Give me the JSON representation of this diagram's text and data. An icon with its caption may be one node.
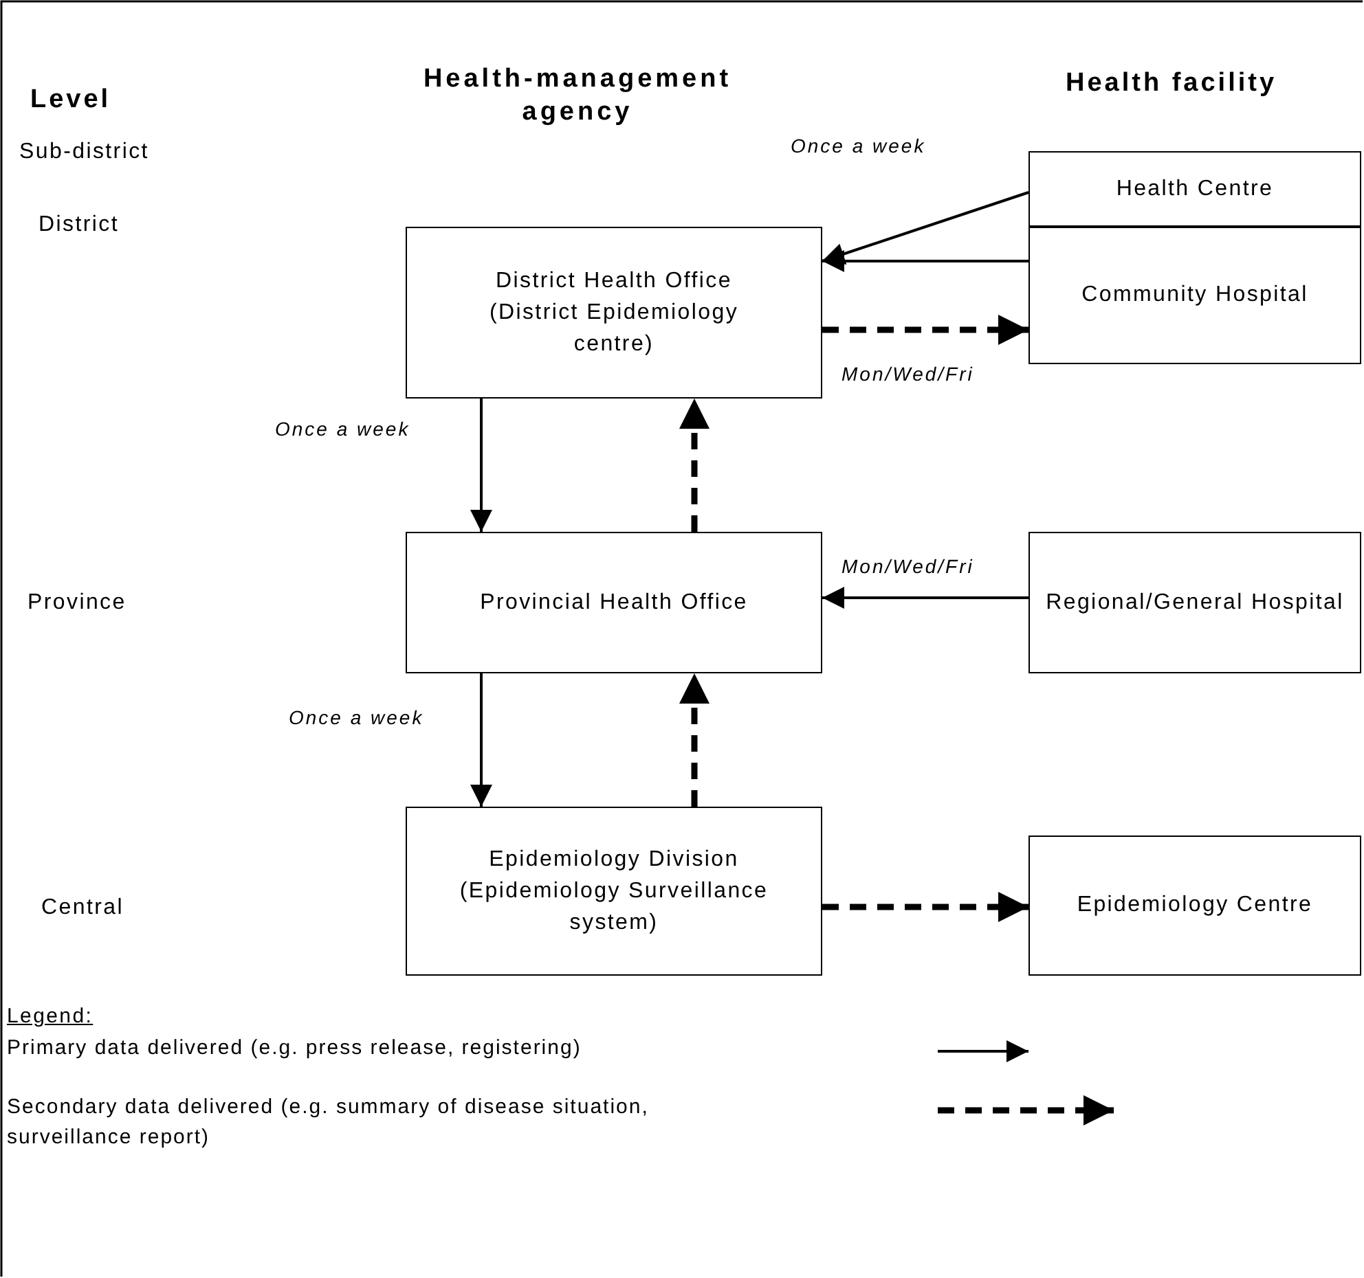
{
  "diagram": {
    "nodes": [
      {
        "text": [
          "Health Centre"
        ]
      },
      {
        "text": [
          "District Health Office (District Epidemiology centre)"
        ]
      },
      {
        "text": [
          "Community Hospital"
        ]
      },
      {
        "text": [
          "Provincial  Health Office"
        ]
      },
      {
        "text": [
          "Regional/General Hospital"
        ]
      },
      {
        "text": [
          "Epidemiology Division (Epidemiology Surveillance system)"
        ]
      },
      {
        "text": [
          "Epidemiology Centre"
        ]
      }
    ],
    "edges": [
      {
        "from": 0,
        "to": 1,
        "arrow": "to",
        "label": "Once a week"
      },
      {
        "from": 2,
        "to": 1,
        "arrow": "to"
      },
      {
        "from": 1,
        "to": 2,
        "arrow": "to",
        "style": "dashed",
        "label": "Mon/Wed/Fri"
      },
      {
        "from": 1,
        "to": 3,
        "arrow": "to",
        "label": "Once a week"
      },
      {
        "from": 3,
        "to": 1,
        "arrow": "to",
        "style": "dashed"
      },
      {
        "from": 4,
        "to": 3,
        "arrow": "to",
        "label": "Mon/Wed/Fri"
      },
      {
        "from": 3,
        "to": 5,
        "arrow": "to",
        "label": "Once a week"
      },
      {
        "from": 5,
        "to": 3,
        "arrow": "to",
        "style": "dashed"
      },
      {
        "from": 5,
        "to": 6,
        "arrow": "to",
        "style": "dashed"
      }
    ],
    "labels": [
      "Level",
      "Health-management agency",
      "Health facility",
      "Sub-district",
      "District",
      "Province",
      "Central",
      "Legend:"
    ],
    "legend": [
      {
        "text": "Primary data delivered (e.g. press release, registering)"
      },
      {
        "text": "Secondary data delivered (e.g. summary of disease situation, surveillance report)"
      }
    ]
  }
}
